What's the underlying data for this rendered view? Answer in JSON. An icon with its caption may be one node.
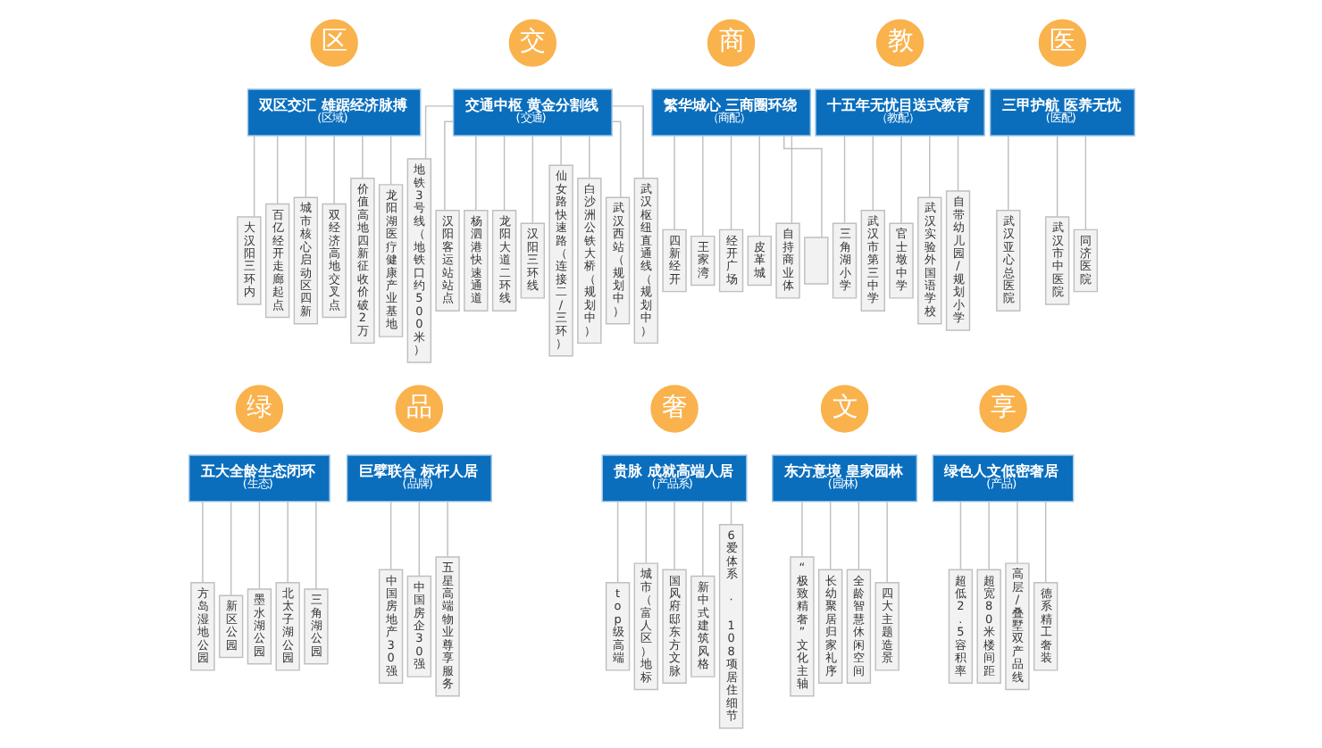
{
  "diagram": {
    "nodes": [
      {
        "text": [
          "区"
        ]
      },
      {
        "text": [
          "双区交汇 雄踞经济脉搏",
          "(区域)"
        ]
      },
      {
        "text": [
          "大汉阳三环内"
        ]
      },
      {
        "text": [
          "百亿经开走廊起点"
        ]
      },
      {
        "text": [
          "城市核心启动区四新"
        ]
      },
      {
        "text": [
          "双经济高地交叉点"
        ]
      },
      {
        "text": [
          "价值高地四新征收价破2万"
        ]
      },
      {
        "text": [
          "龙阳湖医疗健康产业基地"
        ]
      },
      {
        "text": [
          "交"
        ]
      },
      {
        "text": [
          "交通中枢 黄金分割线",
          "(交通)"
        ]
      },
      {
        "text": [
          "地铁3号线（地铁口约500米）"
        ]
      },
      {
        "text": [
          "汉阳客运站站点"
        ]
      },
      {
        "text": [
          "杨泗港快速通道"
        ]
      },
      {
        "text": [
          "龙阳大道二环线"
        ]
      },
      {
        "text": [
          "汉阳三环线"
        ]
      },
      {
        "text": [
          "仙女路快速路（连接二/三环）"
        ]
      },
      {
        "text": [
          "白沙洲公铁大桥（规划中）"
        ]
      },
      {
        "text": [
          "武汉西站（规划中）"
        ]
      },
      {
        "text": [
          "武汉枢纽直通线（规划中）"
        ]
      },
      {
        "text": [
          "商"
        ]
      },
      {
        "text": [
          "繁华城心 三商圈环绕",
          "（商配）"
        ]
      },
      {
        "text": [
          "四新经开"
        ]
      },
      {
        "text": [
          "王家湾"
        ]
      },
      {
        "text": [
          "经开广场"
        ]
      },
      {
        "text": [
          "皮革城"
        ]
      },
      {
        "text": [
          "自持商业体"
        ]
      },
      {
        "text": [],
        "shape": "box"
      },
      {
        "text": [
          "教"
        ]
      },
      {
        "text": [
          "十五年无忧目送式教育",
          "（教配）"
        ]
      },
      {
        "text": [
          "三角湖小学"
        ]
      },
      {
        "text": [
          "武汉市第三中学"
        ]
      },
      {
        "text": [
          "官士墩中学"
        ]
      },
      {
        "text": [
          "武汉实验外国语学校"
        ]
      },
      {
        "text": [
          "自带幼儿园/规划小学"
        ]
      },
      {
        "text": [
          "医"
        ]
      },
      {
        "text": [
          "三甲护航 医养无忧",
          "(医配)"
        ]
      },
      {
        "text": [
          "武汉亚心总医院"
        ]
      },
      {
        "text": [
          "武汉市中医院"
        ]
      },
      {
        "text": [
          "同济医院"
        ]
      },
      {
        "text": [
          "绿"
        ]
      },
      {
        "text": [
          "五大全龄生态闭环",
          "(生态)"
        ]
      },
      {
        "text": [
          "方岛湿地公园"
        ]
      },
      {
        "text": [
          "新区公园"
        ]
      },
      {
        "text": [
          "墨水湖公园"
        ]
      },
      {
        "text": [
          "北太子湖公园"
        ]
      },
      {
        "text": [
          "三角湖公园"
        ]
      },
      {
        "text": [
          "品"
        ]
      },
      {
        "text": [
          "巨擘联合 标杆人居",
          "(品牌)"
        ]
      },
      {
        "text": [
          "中国房地产30强"
        ]
      },
      {
        "text": [
          "中国房企30强"
        ]
      },
      {
        "text": [
          "五星高端物业尊享服务"
        ]
      },
      {
        "text": [
          "奢"
        ]
      },
      {
        "text": [
          "贵脉 成就高端人居",
          "(产品系)"
        ]
      },
      {
        "text": [
          "top级高端"
        ]
      },
      {
        "text": [
          "城市（富人区）地标"
        ]
      },
      {
        "text": [
          "国风府邸东方文脉"
        ]
      },
      {
        "text": [
          "新中式建筑风格"
        ]
      },
      {
        "text": [
          "6爱体系 · 108项居住细节"
        ]
      },
      {
        "text": [
          "文"
        ]
      },
      {
        "text": [
          "东方意境 皇家园林",
          "(园林)"
        ]
      },
      {
        "text": [
          "“极致精奢”文化主轴"
        ]
      },
      {
        "text": [
          "长幼聚居归家礼序"
        ]
      },
      {
        "text": [
          "全龄智慧休闲空间"
        ]
      },
      {
        "text": [
          "四大主题造景"
        ]
      },
      {
        "text": [
          "享"
        ]
      },
      {
        "text": [
          "绿色人文低密奢居",
          "(产品)"
        ]
      },
      {
        "text": [
          "超低2.5容积率"
        ]
      },
      {
        "text": [
          "超宽80米楼间距"
        ]
      },
      {
        "text": [
          "高层/叠墅双产品线"
        ]
      },
      {
        "text": [
          "德系精工奢装"
        ]
      }
    ],
    "edges": [
      {
        "from": 1,
        "to": 2,
        "arrow": "none"
      },
      {
        "from": 1,
        "to": 3,
        "arrow": "none"
      },
      {
        "from": 1,
        "to": 4,
        "arrow": "none"
      },
      {
        "from": 1,
        "to": 5,
        "arrow": "none"
      },
      {
        "from": 1,
        "to": 6,
        "arrow": "none"
      },
      {
        "from": 1,
        "to": 7,
        "arrow": "none"
      },
      {
        "from": 9,
        "to": 10,
        "arrow": "none"
      },
      {
        "from": 9,
        "to": 11,
        "arrow": "none"
      },
      {
        "from": 9,
        "to": 12,
        "arrow": "none"
      },
      {
        "from": 9,
        "to": 13,
        "arrow": "none"
      },
      {
        "from": 9,
        "to": 14,
        "arrow": "none"
      },
      {
        "from": 9,
        "to": 15,
        "arrow": "none"
      },
      {
        "from": 9,
        "to": 16,
        "arrow": "none"
      },
      {
        "from": 9,
        "to": 17,
        "arrow": "none"
      },
      {
        "from": 9,
        "to": 18,
        "arrow": "none"
      },
      {
        "from": 20,
        "to": 21,
        "arrow": "none"
      },
      {
        "from": 20,
        "to": 22,
        "arrow": "none"
      },
      {
        "from": 20,
        "to": 23,
        "arrow": "none"
      },
      {
        "from": 20,
        "to": 24,
        "arrow": "none"
      },
      {
        "from": 20,
        "to": 25,
        "arrow": "none"
      },
      {
        "from": 20,
        "to": 26,
        "arrow": "none"
      },
      {
        "from": 28,
        "to": 29,
        "arrow": "none"
      },
      {
        "from": 28,
        "to": 30,
        "arrow": "none"
      },
      {
        "from": 28,
        "to": 31,
        "arrow": "none"
      },
      {
        "from": 28,
        "to": 32,
        "arrow": "none"
      },
      {
        "from": 28,
        "to": 33,
        "arrow": "none"
      },
      {
        "from": 35,
        "to": 36,
        "arrow": "none"
      },
      {
        "from": 35,
        "to": 37,
        "arrow": "none"
      },
      {
        "from": 35,
        "to": 38,
        "arrow": "none"
      },
      {
        "from": 40,
        "to": 41,
        "arrow": "none"
      },
      {
        "from": 40,
        "to": 42,
        "arrow": "none"
      },
      {
        "from": 40,
        "to": 43,
        "arrow": "none"
      },
      {
        "from": 40,
        "to": 44,
        "arrow": "none"
      },
      {
        "from": 40,
        "to": 45,
        "arrow": "none"
      },
      {
        "from": 47,
        "to": 48,
        "arrow": "none"
      },
      {
        "from": 47,
        "to": 49,
        "arrow": "none"
      },
      {
        "from": 47,
        "to": 50,
        "arrow": "none"
      },
      {
        "from": 52,
        "to": 53,
        "arrow": "none"
      },
      {
        "from": 52,
        "to": 54,
        "arrow": "none"
      },
      {
        "from": 52,
        "to": 55,
        "arrow": "none"
      },
      {
        "from": 52,
        "to": 56,
        "arrow": "none"
      },
      {
        "from": 52,
        "to": 57,
        "arrow": "none"
      },
      {
        "from": 59,
        "to": 60,
        "arrow": "none"
      },
      {
        "from": 59,
        "to": 61,
        "arrow": "none"
      },
      {
        "from": 59,
        "to": 62,
        "arrow": "none"
      },
      {
        "from": 59,
        "to": 63,
        "arrow": "none"
      },
      {
        "from": 65,
        "to": 66,
        "arrow": "none"
      },
      {
        "from": 65,
        "to": 67,
        "arrow": "none"
      },
      {
        "from": 65,
        "to": 68,
        "arrow": "none"
      },
      {
        "from": 65,
        "to": 69,
        "arrow": "none"
      }
    ]
  }
}
